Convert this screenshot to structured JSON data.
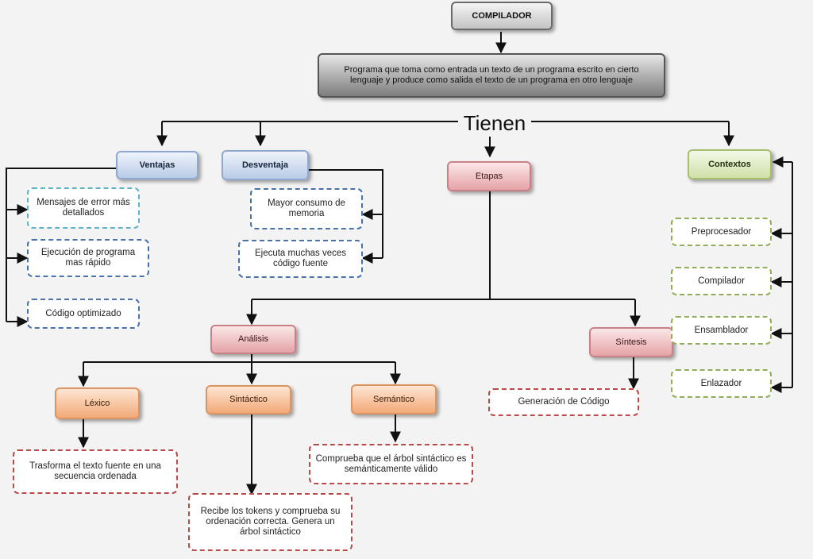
{
  "title": "COMPILADOR",
  "definition": "Programa que toma como entrada un texto de un programa escrito en cierto lenguaje y produce como salida el texto de un programa en otro lenguaje",
  "connector": "Tienen",
  "ventajas": {
    "label": "Ventajas",
    "items": [
      "Mensajes de error más detallados",
      "Ejecución de programa mas rápido",
      "Código optimizado"
    ]
  },
  "desventaja": {
    "label": "Desventaja",
    "items": [
      "Mayor consumo de memoria",
      "Ejecuta muchas veces código fuente"
    ]
  },
  "etapas": {
    "label": "Etapas",
    "analisis": {
      "label": "Análisis",
      "lexico": {
        "label": "Léxico",
        "desc": "Trasforma el texto fuente en una secuencia ordenada"
      },
      "sintactico": {
        "label": "Sintáctico",
        "desc": "Recibe los tokens y comprueba su ordenación correcta. Genera un árbol sintáctico"
      },
      "semantico": {
        "label": "Semántico",
        "desc": "Comprueba que el árbol sintáctico es semánticamente válido"
      }
    },
    "sintesis": {
      "label": "Síntesis",
      "desc": "Generación de Código"
    }
  },
  "contextos": {
    "label": "Contextos",
    "items": [
      "Preprocesador",
      "Compilador",
      "Ensamblador",
      "Enlazador"
    ]
  },
  "colors": {
    "line": "#111111",
    "title_border": "#6a6a6a",
    "blue_border": "#8fa8cf",
    "pink_border": "#c98086",
    "green_border": "#a6c06c",
    "orange_border": "#dd9463",
    "dashed_teal": "#5fb3c8",
    "dashed_blue": "#4a72a8",
    "dashed_green": "#91ad5a",
    "dashed_red": "#b84a4a"
  }
}
